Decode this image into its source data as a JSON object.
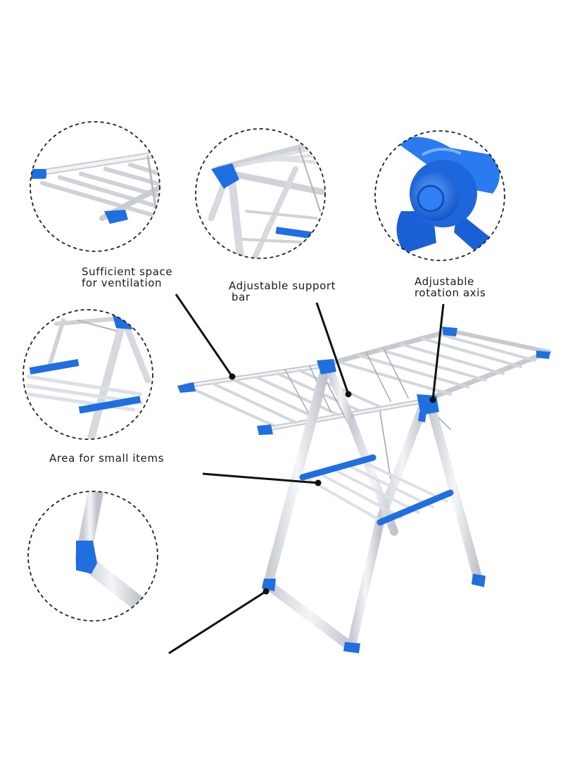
{
  "labels": {
    "ventilation": {
      "line1": "Sufficient space",
      "line2": "for ventilation"
    },
    "support": {
      "line1": "Adjustable support",
      "line2": "bar"
    },
    "rotation": {
      "line1": "Adjustable",
      "line2": "rotation axis"
    },
    "small_items": {
      "line1": "Area for small items"
    }
  },
  "colors": {
    "accent": "#1f6fe0",
    "frame": "#e4e6ea",
    "callout_line": "#111111"
  }
}
